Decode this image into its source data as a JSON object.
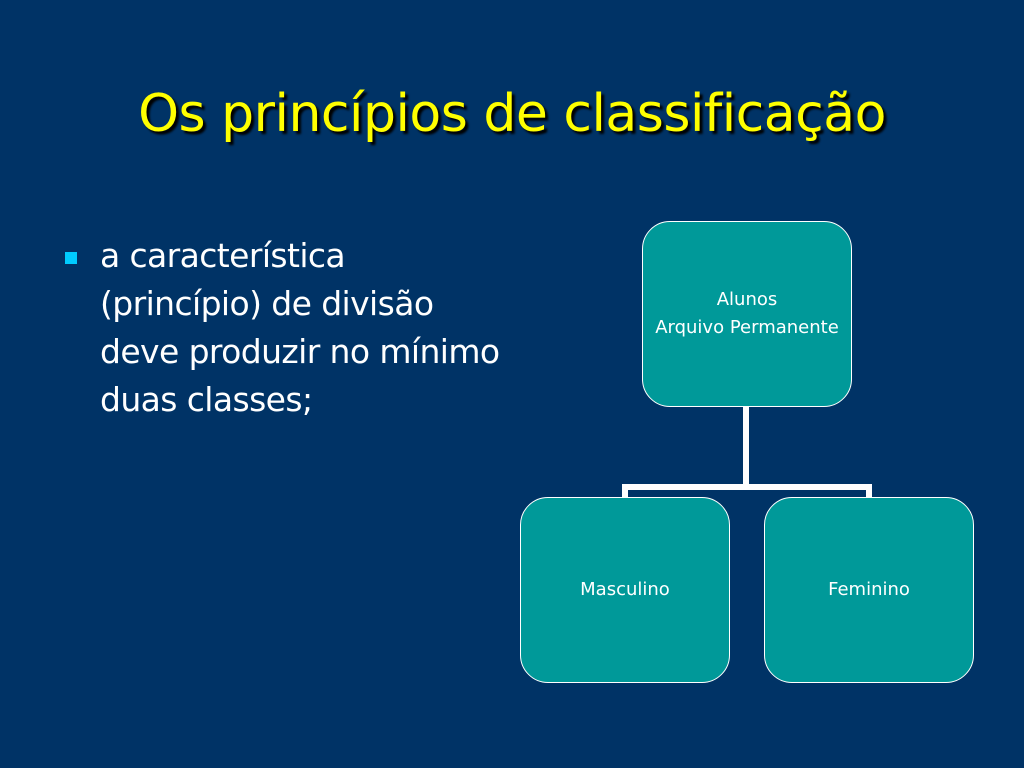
{
  "slide": {
    "title": "Os princípios de classificação",
    "bullets": [
      "a característica (princípio) de divisão deve produzir no mínimo duas classes;"
    ]
  },
  "diagram": {
    "root": {
      "line1": "Alunos",
      "line2": "Arquivo Permanente"
    },
    "children": [
      "Masculino",
      "Feminino"
    ]
  },
  "colors": {
    "background": "#003366",
    "title": "#FFFF00",
    "bullet_marker": "#00CCFF",
    "node_fill": "#009999",
    "connector": "#FFFFFF"
  }
}
